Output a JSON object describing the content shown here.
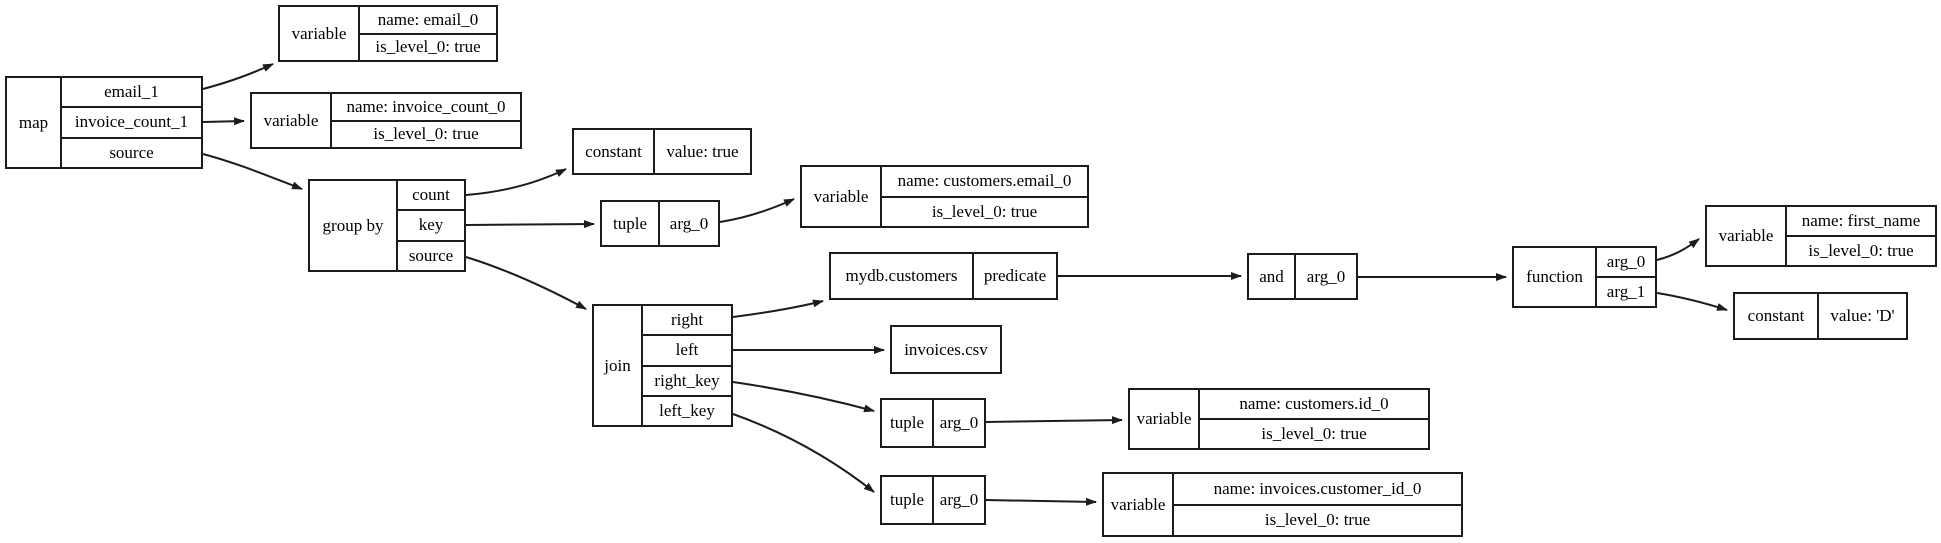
{
  "diagram": {
    "kind": "record-node-dag",
    "colors": {
      "stroke": "#1c1c1c",
      "background": "#ffffff",
      "text": "#000000"
    },
    "nodes": {
      "map": {
        "label": "map",
        "ports": [
          "email_1",
          "invoice_count_1",
          "source"
        ]
      },
      "variable_email_0": {
        "label": "variable",
        "ports": [
          "name: email_0",
          "is_level_0: true"
        ]
      },
      "variable_invoice_count_0": {
        "label": "variable",
        "ports": [
          "name: invoice_count_0",
          "is_level_0: true"
        ]
      },
      "group_by": {
        "label": "group by",
        "ports": [
          "count",
          "key",
          "source"
        ]
      },
      "constant_true": {
        "label": "constant",
        "ports": [
          "value: true"
        ]
      },
      "tuple_key": {
        "label": "tuple",
        "ports": [
          "arg_0"
        ]
      },
      "variable_customers_email_0": {
        "label": "variable",
        "ports": [
          "name: customers.email_0",
          "is_level_0: true"
        ]
      },
      "mydb_customers": {
        "label": "mydb.customers",
        "ports": [
          "predicate"
        ]
      },
      "and_op": {
        "label": "and",
        "ports": [
          "arg_0"
        ]
      },
      "function_op": {
        "label": "function",
        "ports": [
          "arg_0",
          "arg_1"
        ]
      },
      "variable_first_name": {
        "label": "variable",
        "ports": [
          "name: first_name",
          "is_level_0: true"
        ]
      },
      "constant_d": {
        "label": "constant",
        "ports": [
          "value: 'D'"
        ]
      },
      "join": {
        "label": "join",
        "ports": [
          "right",
          "left",
          "right_key",
          "left_key"
        ]
      },
      "invoices_csv": {
        "label": "invoices.csv",
        "ports": []
      },
      "tuple_right_key": {
        "label": "tuple",
        "ports": [
          "arg_0"
        ]
      },
      "variable_customers_id_0": {
        "label": "variable",
        "ports": [
          "name: customers.id_0",
          "is_level_0: true"
        ]
      },
      "tuple_left_key": {
        "label": "tuple",
        "ports": [
          "arg_0"
        ]
      },
      "variable_invoices_customer_id_0": {
        "label": "variable",
        "ports": [
          "name: invoices.customer_id_0",
          "is_level_0: true"
        ]
      }
    },
    "edges": [
      {
        "from": "map",
        "from_port": "email_1",
        "to": "variable_email_0"
      },
      {
        "from": "map",
        "from_port": "invoice_count_1",
        "to": "variable_invoice_count_0"
      },
      {
        "from": "map",
        "from_port": "source",
        "to": "group_by"
      },
      {
        "from": "group_by",
        "from_port": "count",
        "to": "constant_true"
      },
      {
        "from": "group_by",
        "from_port": "key",
        "to": "tuple_key"
      },
      {
        "from": "group_by",
        "from_port": "source",
        "to": "join"
      },
      {
        "from": "tuple_key",
        "from_port": "arg_0",
        "to": "variable_customers_email_0"
      },
      {
        "from": "join",
        "from_port": "right",
        "to": "mydb_customers"
      },
      {
        "from": "join",
        "from_port": "left",
        "to": "invoices_csv"
      },
      {
        "from": "join",
        "from_port": "right_key",
        "to": "tuple_right_key"
      },
      {
        "from": "join",
        "from_port": "left_key",
        "to": "tuple_left_key"
      },
      {
        "from": "mydb_customers",
        "from_port": "predicate",
        "to": "and_op"
      },
      {
        "from": "and_op",
        "from_port": "arg_0",
        "to": "function_op"
      },
      {
        "from": "function_op",
        "from_port": "arg_0",
        "to": "variable_first_name"
      },
      {
        "from": "function_op",
        "from_port": "arg_1",
        "to": "constant_d"
      },
      {
        "from": "tuple_right_key",
        "from_port": "arg_0",
        "to": "variable_customers_id_0"
      },
      {
        "from": "tuple_left_key",
        "from_port": "arg_0",
        "to": "variable_invoices_customer_id_0"
      }
    ]
  }
}
